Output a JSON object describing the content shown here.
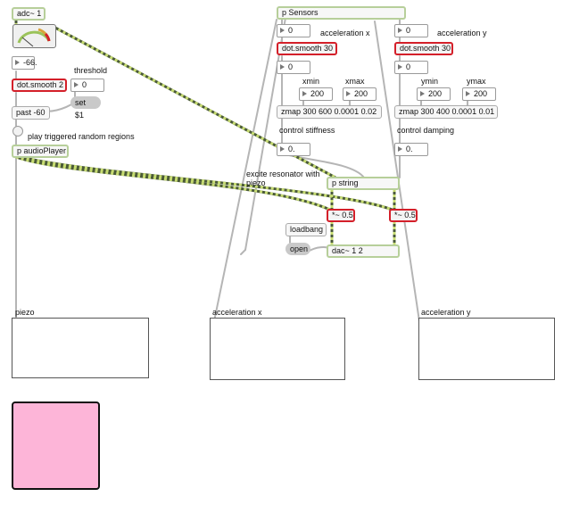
{
  "objects": {
    "adc": "adc~ 1",
    "smooth_level": "dot.smooth 2",
    "set_msg": "set $1",
    "past": "past -60",
    "audio_player": "p audioPlayer",
    "sensors": "p Sensors",
    "smooth_x": "dot.smooth 30",
    "smooth_y": "dot.smooth 30",
    "zmap_x": "zmap 300 600 0.0001 0.02",
    "zmap_y": "zmap 300 400 0.0001 0.01",
    "string": "p string",
    "mult_left": "*~ 0.5",
    "mult_right": "*~ 0.5",
    "loadbang": "loadbang",
    "open_msg": "open",
    "dac": "dac~ 1 2"
  },
  "numbers": {
    "level": "-66.",
    "threshold": "0",
    "sensor_x": "0",
    "sensor_y": "0",
    "smoothed_x": "0",
    "smoothed_y": "0",
    "xmin": "200",
    "xmax": "200",
    "ymin": "200",
    "ymax": "200",
    "stiffness": "0.",
    "damping": "0."
  },
  "comments": {
    "threshold": "threshold",
    "accel_x": "acceleration x",
    "accel_y": "acceleration y",
    "xmin": "xmin",
    "xmax": "xmax",
    "ymin": "ymin",
    "ymax": "ymax",
    "control_stiffness": "control stiffness",
    "control_damping": "control damping",
    "play_regions": "play triggered random regions",
    "excite_line1": "excite resonator with",
    "excite_line2": "piezo",
    "scope_piezo": "piezo",
    "scope_accel_x": "acceleration x",
    "scope_accel_y": "acceleration y"
  },
  "colors": {
    "highlight": "#d4202a",
    "signal_patch": "#b7cf9a",
    "pink_panel": "#fdb5d8"
  }
}
